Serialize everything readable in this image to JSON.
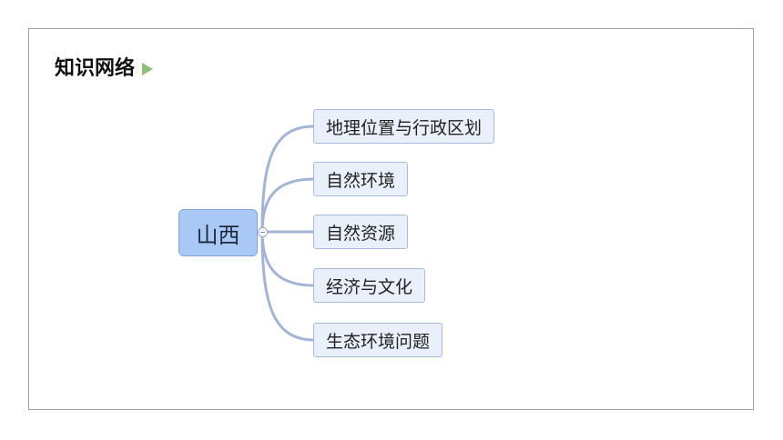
{
  "heading": {
    "title": "知识网络",
    "arrow_icon": "play-triangle-icon",
    "arrow_color": "#8fbf78"
  },
  "mindmap": {
    "central_topic": "山西",
    "central_color": "#a9c8f5",
    "branch_color": "#a3b4d6",
    "subtopics": [
      "地理位置与行政区划",
      "自然环境",
      "自然资源",
      "经济与文化",
      "生态环境问题"
    ]
  }
}
